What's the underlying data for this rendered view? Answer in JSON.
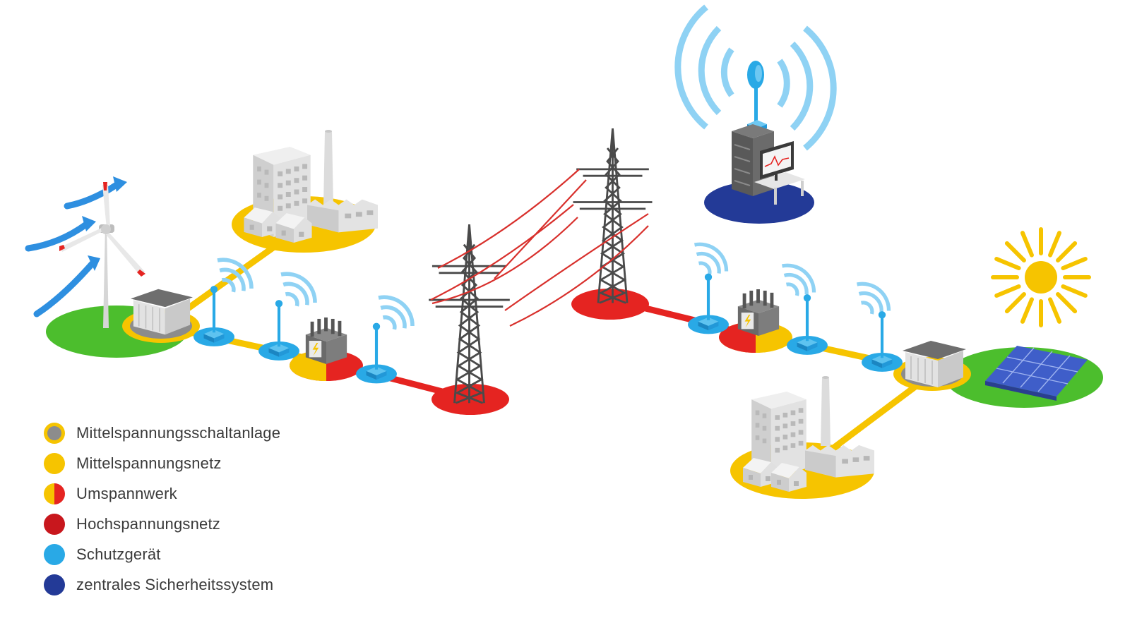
{
  "colors": {
    "medium_voltage": "#f6c400",
    "high_voltage": "#e52421",
    "protection": "#29a9e6",
    "central": "#233a97",
    "ground": "#4cbe2d",
    "wind_arrow": "#2e8fe0",
    "signal": "#8fd2f4",
    "building": "#d8d8d8",
    "switchgear_core": "#8c8c8c"
  },
  "legend": {
    "items": [
      {
        "label": "Mittelspannungsschaltanlage",
        "icon": "ring-grey-yellow-icon"
      },
      {
        "label": "Mittelspannungsnetz",
        "icon": "dot-yellow-icon"
      },
      {
        "label": "Umspannwerk",
        "icon": "half-yellow-red-icon"
      },
      {
        "label": "Hochspannungsnetz",
        "icon": "dot-red-icon"
      },
      {
        "label": "Schutzgerät",
        "icon": "dot-lightblue-icon"
      },
      {
        "label": "zentrales Sicherheitssystem",
        "icon": "dot-darkblue-icon"
      }
    ]
  },
  "icons": {
    "wind_turbine": "wind-turbine-icon",
    "factory": "factory-icon",
    "transformer": "transformer-icon",
    "pylon": "power-pylon-icon",
    "server": "server-icon",
    "monitor": "monitor-icon",
    "antenna": "antenna-icon",
    "sun": "sun-icon",
    "solar_panel": "solar-panel-icon",
    "substation_hut": "substation-hut-icon"
  }
}
